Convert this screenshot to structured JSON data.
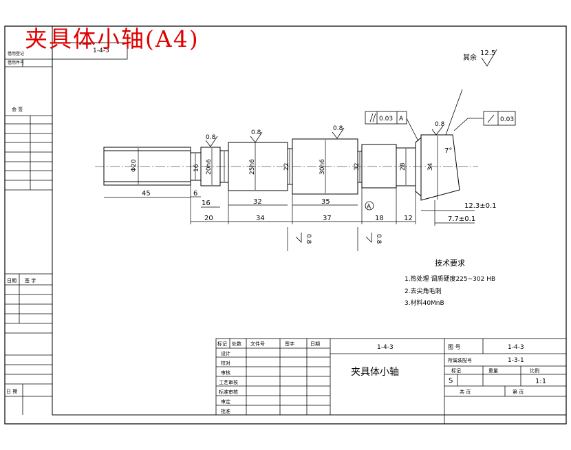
{
  "title_overlay": "夹具体小轴(A4)",
  "top_left_box": "1-4-3",
  "left_stamps": {
    "drawing_no_used": "借用登记",
    "trace_no": "借用件号",
    "signature": "会 签",
    "approval": "日期",
    "role": "签 字",
    "date": "日 期"
  },
  "roughness": {
    "rest_label": "其余",
    "rest_value": "12.5",
    "r1": "0.8",
    "r2": "0.8",
    "r3": "0.8",
    "r4": "0.8",
    "r5": "0.8",
    "r6": "0.8"
  },
  "tolerances": {
    "parallel": "0.03",
    "parallel_datum": "A",
    "runout": "0.03",
    "datum_marker": "A"
  },
  "diameters": {
    "d1": "Φ20",
    "d2": "16",
    "d3": "20h6",
    "d4": "25h6",
    "d5": "22",
    "d6": "30h6",
    "d7": "32",
    "d8": "28",
    "d9": "34"
  },
  "lengths": {
    "l1": "45",
    "l2": "6",
    "l3": "16",
    "l4": "32",
    "l5": "35",
    "b1": "20",
    "b2": "34",
    "b3": "37",
    "b4": "18",
    "b5": "12",
    "taper_len_a": "12.3±0.1",
    "taper_len_b": "7.7±0.1",
    "taper_angle": "7°"
  },
  "requirements": {
    "title": "技术要求",
    "items": [
      "1.热处理   调质硬度225~302 HB",
      "2.去尖角毛刺",
      "3.材料40MnB"
    ]
  },
  "title_block": {
    "drawing_code_header": "1-4-3",
    "part_name": "夹具体小轴",
    "drawing_no_label": "图 号",
    "drawing_no": "1-4-3",
    "assembly_label": "所属装配号",
    "assembly_no": "1-3-1",
    "marker_label": "标记",
    "weight_label": "重量",
    "scale_label": "比例",
    "stage_mark": "S",
    "scale": "1:1",
    "sheets_label": "共 页",
    "sheet_label": "第 页",
    "rev_headers": [
      "标记",
      "处数",
      "文件号",
      "签字",
      "日期"
    ],
    "roles": [
      "设计",
      "校对",
      "审核",
      "工艺审核",
      "标准审核",
      "审定",
      "批准"
    ]
  }
}
